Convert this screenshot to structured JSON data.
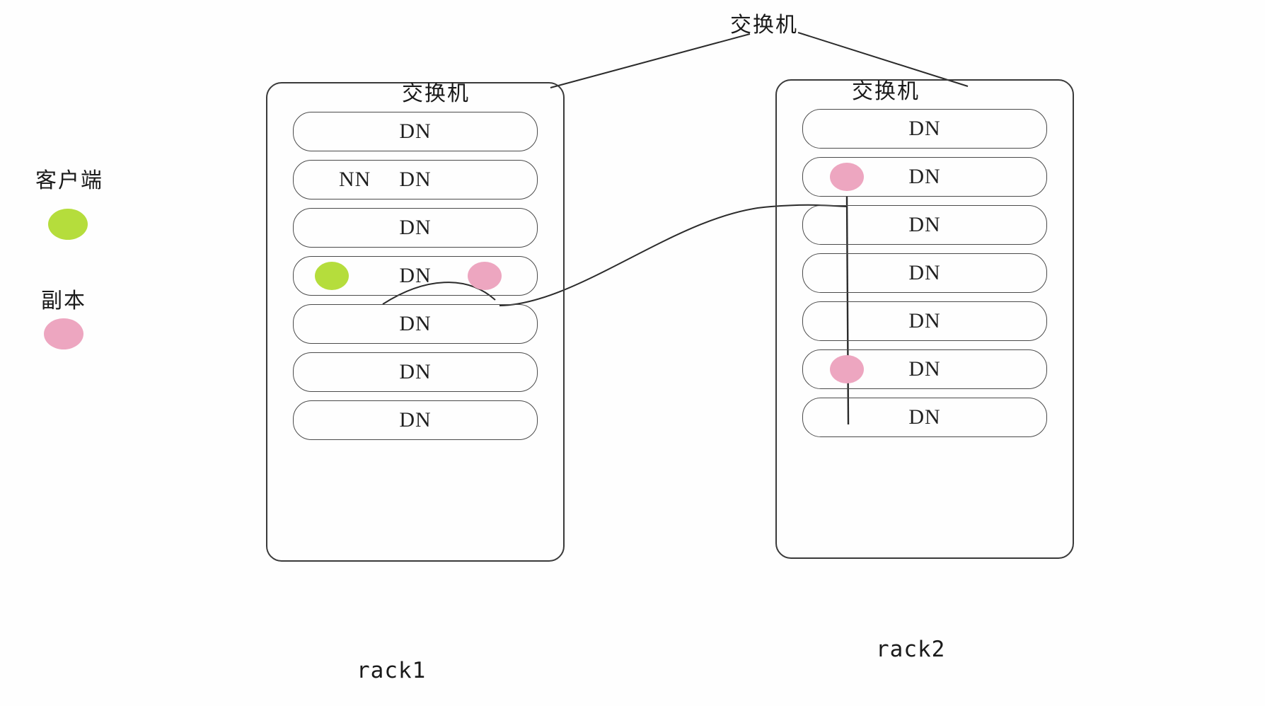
{
  "diagram": {
    "title_top_switch": "交换机",
    "legend": {
      "client": {
        "label": "客户端",
        "color": "#b5dd3c"
      },
      "replica": {
        "label": "副本",
        "color": "#eda6c0"
      }
    },
    "racks": [
      {
        "id": "rack1",
        "switch_label": "交换机",
        "footer_label": "rack1",
        "nodes": [
          {
            "label": "DN",
            "secondary": "",
            "markers": []
          },
          {
            "label": "DN",
            "secondary": "NN",
            "markers": []
          },
          {
            "label": "DN",
            "secondary": "",
            "markers": []
          },
          {
            "label": "DN",
            "secondary": "",
            "markers": [
              "client",
              "replica"
            ]
          },
          {
            "label": "DN",
            "secondary": "",
            "markers": []
          },
          {
            "label": "DN",
            "secondary": "",
            "markers": []
          },
          {
            "label": "DN",
            "secondary": "",
            "markers": []
          }
        ]
      },
      {
        "id": "rack2",
        "switch_label": "交换机",
        "footer_label": "rack2",
        "nodes": [
          {
            "label": "DN",
            "secondary": "",
            "markers": []
          },
          {
            "label": "DN",
            "secondary": "",
            "markers": [
              "replica"
            ]
          },
          {
            "label": "DN",
            "secondary": "",
            "markers": []
          },
          {
            "label": "DN",
            "secondary": "",
            "markers": []
          },
          {
            "label": "DN",
            "secondary": "",
            "markers": []
          },
          {
            "label": "DN",
            "secondary": "",
            "markers": [
              "replica"
            ]
          },
          {
            "label": "DN",
            "secondary": "",
            "markers": []
          }
        ]
      }
    ]
  }
}
